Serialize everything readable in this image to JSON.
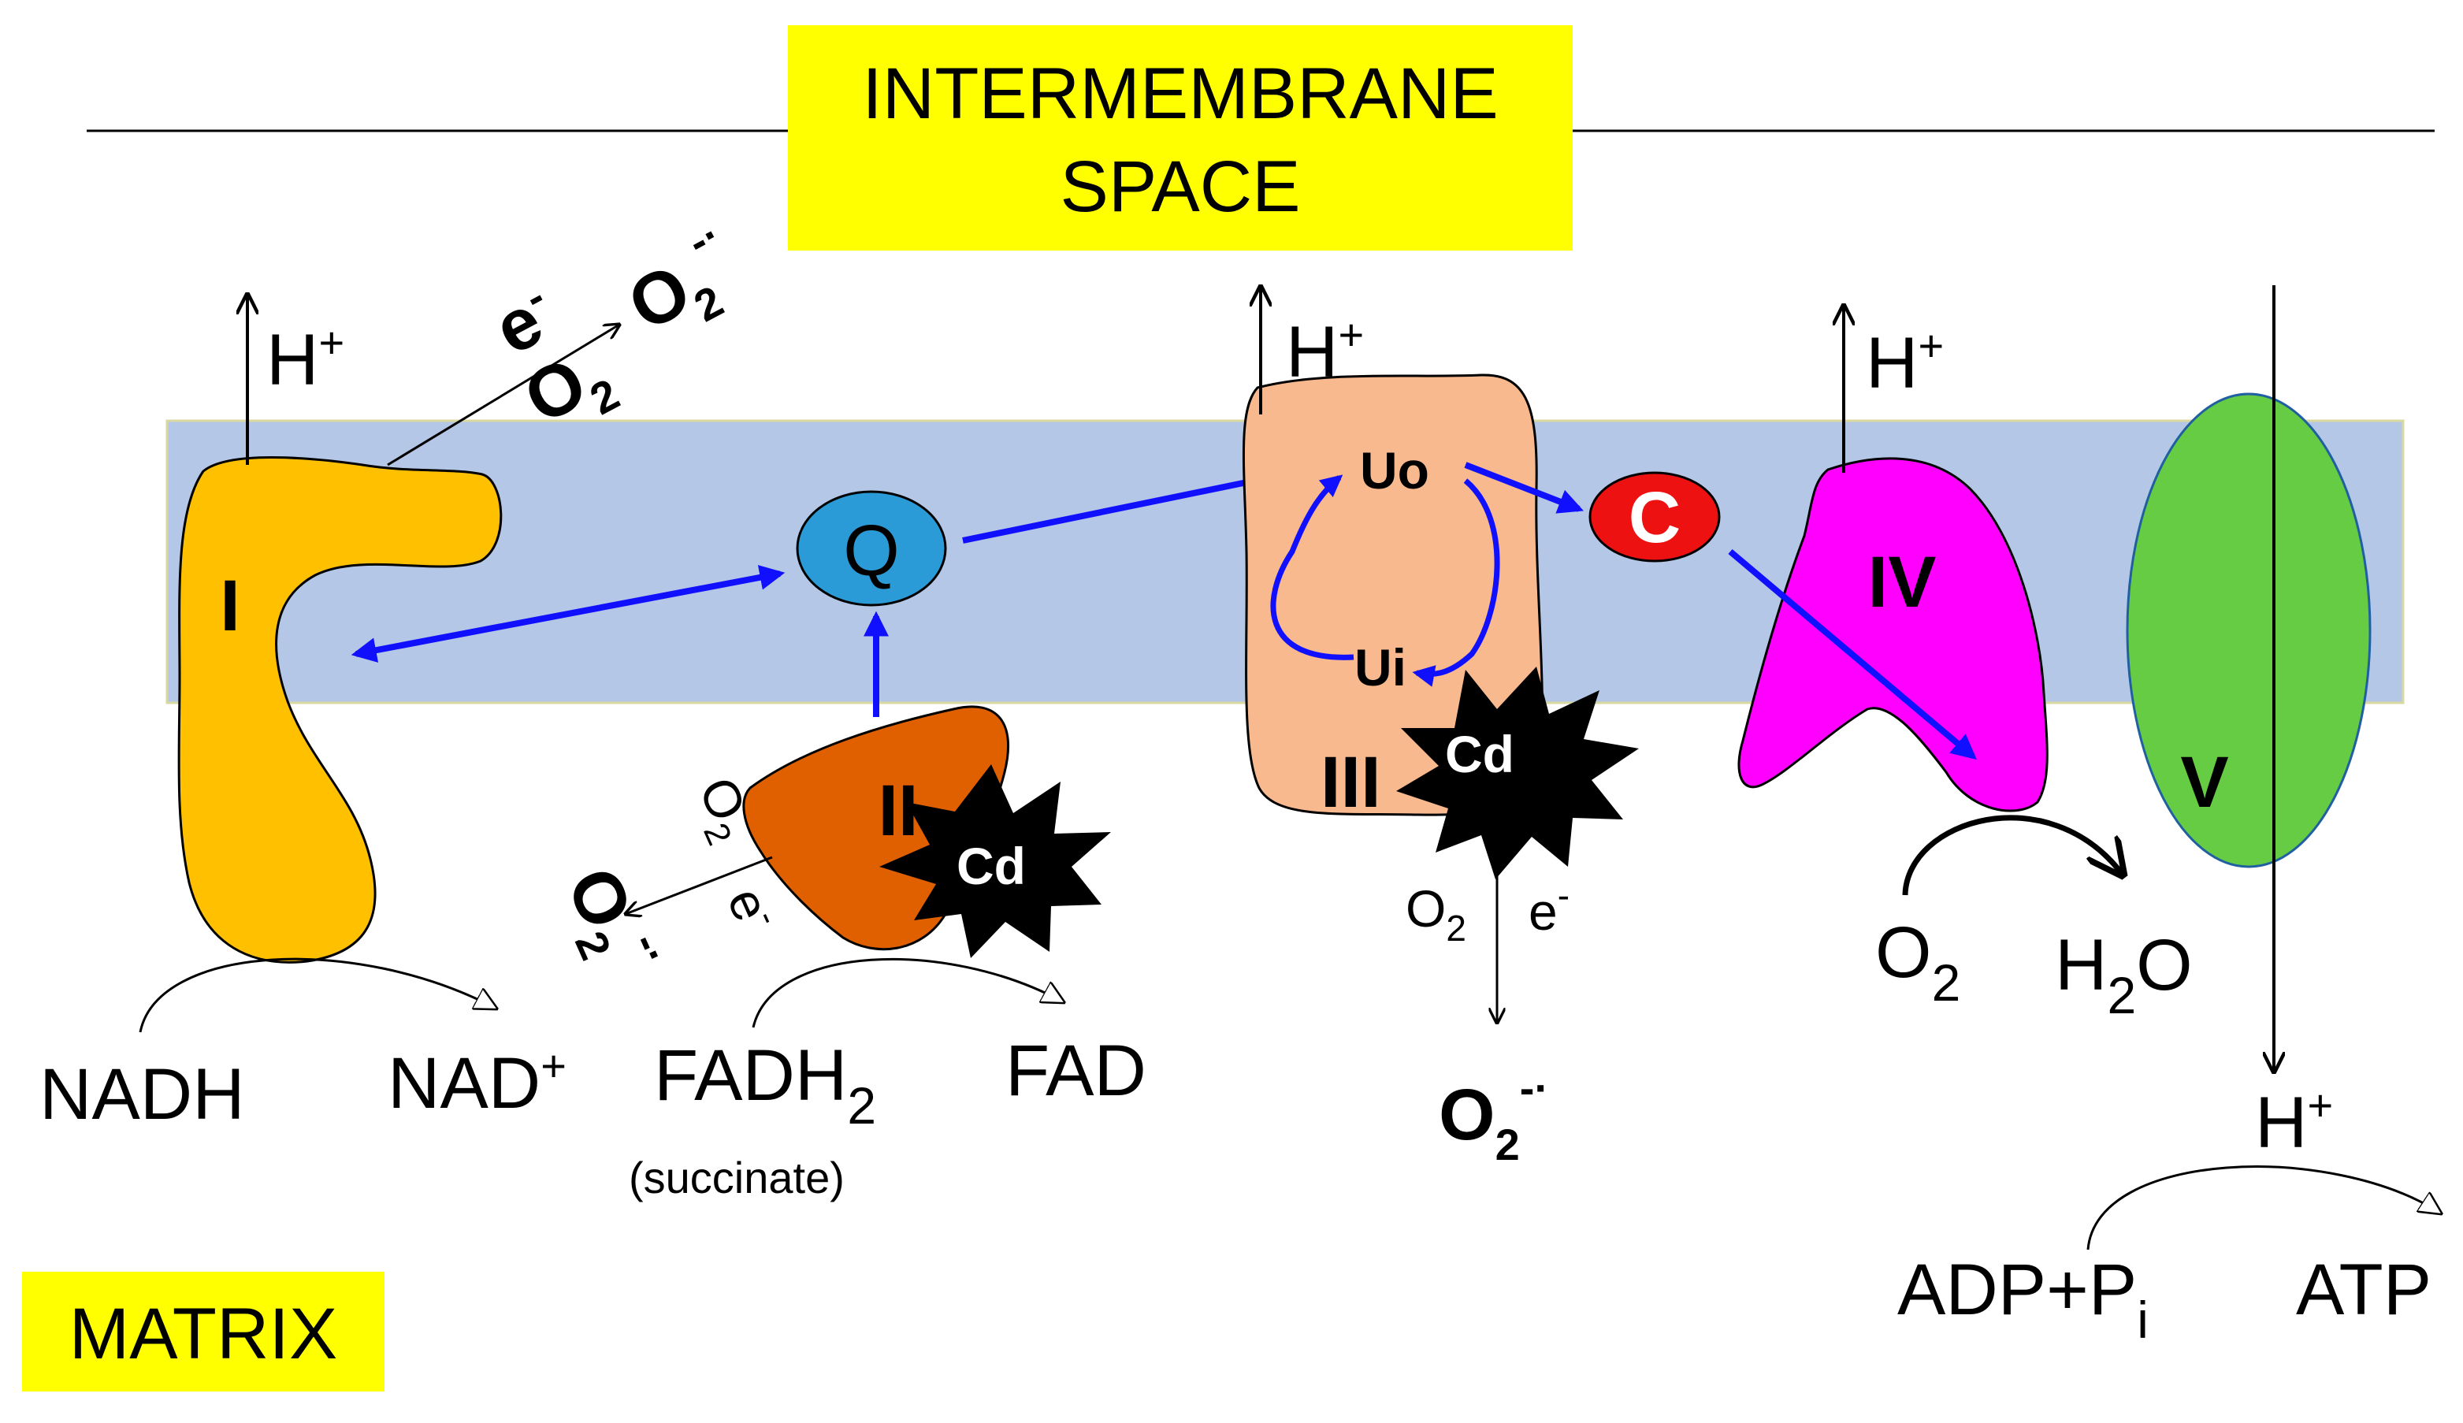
{
  "region_labels": {
    "intermembrane_line1": "INTERMEMBRANE",
    "intermembrane_line2": "SPACE",
    "matrix": "MATRIX"
  },
  "complexes": {
    "I": "I",
    "II": "II",
    "III": "III",
    "IV": "IV",
    "V": "V",
    "Q": "Q",
    "C": "C",
    "Uo": "Uo",
    "Ui": "Ui"
  },
  "cd_label": "Cd",
  "proton": {
    "base": "H",
    "sup": "+"
  },
  "complex_I_reaction": {
    "substrate": "NADH",
    "product_base": "NAD",
    "product_sup": "+"
  },
  "complex_II_reaction": {
    "substrate_base": "FADH",
    "substrate_sub": "2",
    "substrate_note": "(succinate)",
    "product": "FAD"
  },
  "complex_IV_reaction": {
    "substrate_base": "O",
    "substrate_sub": "2",
    "product_base": "H",
    "product_sub": "2",
    "product_tail": "O"
  },
  "complex_V_reaction": {
    "substrate_base": "ADP+P",
    "substrate_sub": "i",
    "product": "ATP"
  },
  "ros": {
    "electron_base": "e",
    "electron_sup": "-",
    "oxygen_base": "O",
    "oxygen_sub": "2",
    "superoxide_sup": "-·"
  },
  "colors": {
    "membrane": "#b4c7e7",
    "highlight": "#ffff00",
    "complex_I": "#ffc000",
    "complex_II": "#e06000",
    "complex_III": "#f8b98e",
    "complex_IV": "#ff00ff",
    "complex_V": "#66cc44",
    "Q": "#2b9bd8",
    "C": "#ee1111",
    "electron_path": "#1010ff",
    "cd": "#000000"
  }
}
